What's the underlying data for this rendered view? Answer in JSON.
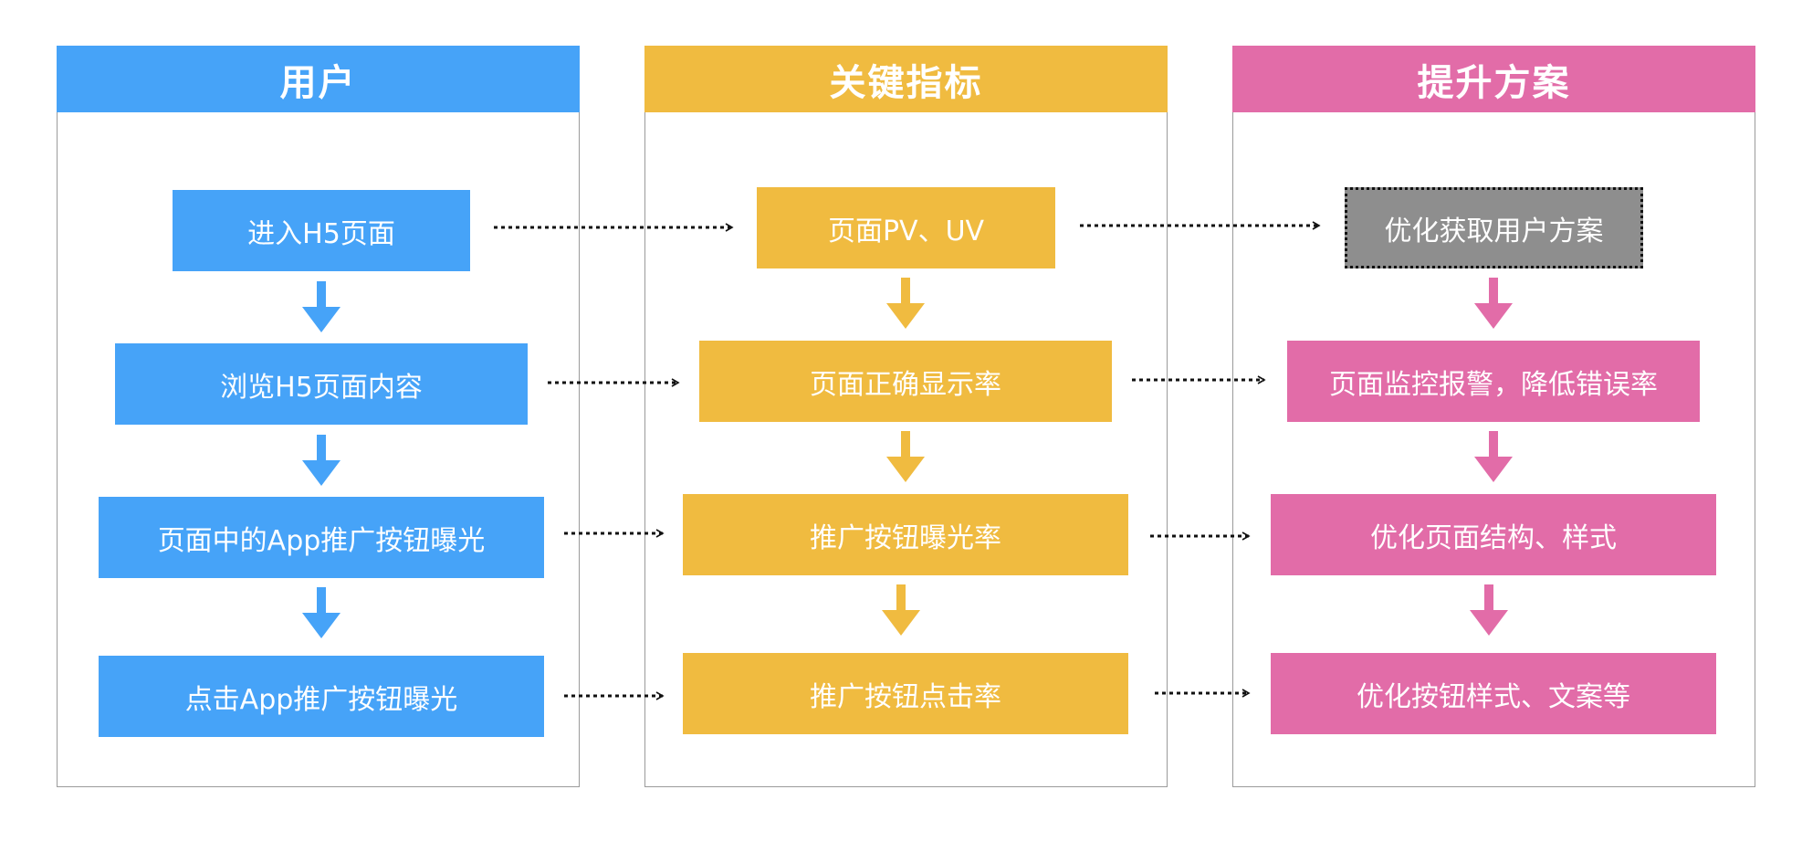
{
  "colors": {
    "blue": "#46a3f8",
    "yellow": "#f0bb40",
    "pink": "#e26ca8",
    "gray": "#8e8e8e",
    "connector": "#111111"
  },
  "columns": [
    {
      "header": "用户",
      "color": "#46a3f8",
      "steps": [
        "进入H5页面",
        "浏览H5页面内容",
        "页面中的App推广按钮曝光",
        "点击App推广按钮曝光"
      ]
    },
    {
      "header": "关键指标",
      "color": "#f0bb40",
      "steps": [
        "页面PV、UV",
        "页面正确显示率",
        "推广按钮曝光率",
        "推广按钮点击率"
      ]
    },
    {
      "header": "提升方案",
      "color": "#e26ca8",
      "steps": [
        "优化获取用户方案",
        "页面监控报警，降低错误率",
        "优化页面结构、样式",
        "优化按钮样式、文案等"
      ]
    }
  ],
  "edges": {
    "flow_arrow_icon": "down-arrow-icon",
    "link_arrow_icon": "dotted-right-arrow-icon"
  }
}
